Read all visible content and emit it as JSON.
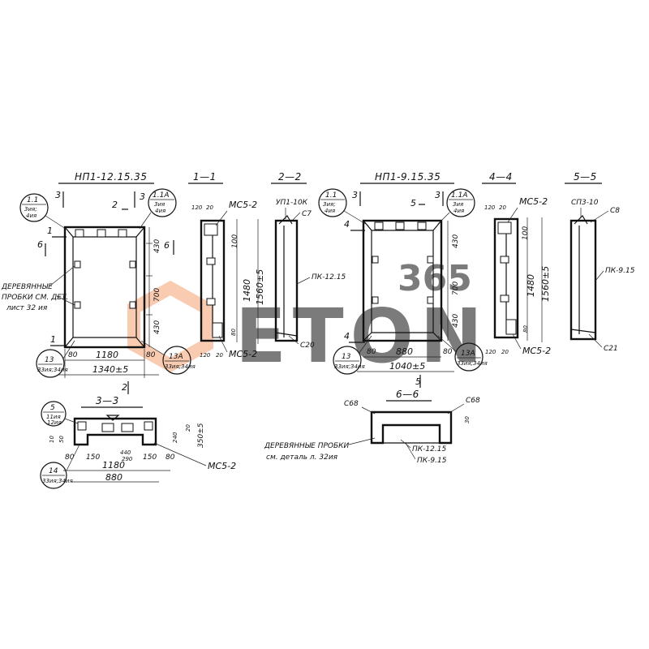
{
  "watermark": {
    "number": "365",
    "word": "ETON",
    "color": "#f4a071"
  },
  "sections": {
    "np1_12": "НП1-12.15.35",
    "s1_1": "1—1",
    "s2_2": "2—2",
    "np1_9": "НП1-9.15.35",
    "s4_4": "4—4",
    "s5_5": "5—5",
    "s3_3": "3—3",
    "s6_6": "6—6"
  },
  "marks": {
    "one": "1",
    "two": "2",
    "three": "3",
    "four": "4",
    "five": "5",
    "six": "6"
  },
  "callouts": {
    "c11": {
      "num": "1.1",
      "sub": "3ия;",
      "sub2": "4ия"
    },
    "c11a": {
      "num": "1.1А",
      "sub": "3ия",
      "sub2": "4ия"
    },
    "c13": {
      "num": "13",
      "sub": "33ия;34ия"
    },
    "c13a": {
      "num": "13А",
      "sub": "33ия;34ия"
    },
    "c5": {
      "num": "5",
      "sub": "11ия",
      "sub2": "12ия"
    },
    "c14": {
      "num": "14",
      "sub": "33ия;34ия"
    }
  },
  "labels": {
    "ms52": "МС5-2",
    "up110k": "УП1-10К",
    "c7": "С7",
    "pk1215": "ПК-12.15",
    "c20": "С20",
    "sp310": "СП3-10",
    "c8": "С8",
    "pk915": "ПК-9.15",
    "c21": "С21",
    "c68": "С68",
    "wood1": "ДЕРЕВЯННЫЕ",
    "wood2": "ПРОБКИ СМ. ДЕТ.",
    "wood3": "лист 32 ия",
    "wood4": "ДЕРЕВЯННЫЕ ПРОБКИ",
    "wood5": "см. деталь л. 32ия"
  },
  "dims": {
    "d80": "80",
    "d1180": "1180",
    "d1340": "1340±5",
    "d880": "880",
    "d1040": "1040±5",
    "d120": "120",
    "d20": "20",
    "d430": "430",
    "d700": "700",
    "d100": "100",
    "d1480": "1480",
    "d1560": "1560±5",
    "d150": "150",
    "d440": "440",
    "d290": "290",
    "d50": "50",
    "d240": "240",
    "d350": "350±5",
    "d10": "10",
    "d20b": "20",
    "d30": "30"
  }
}
